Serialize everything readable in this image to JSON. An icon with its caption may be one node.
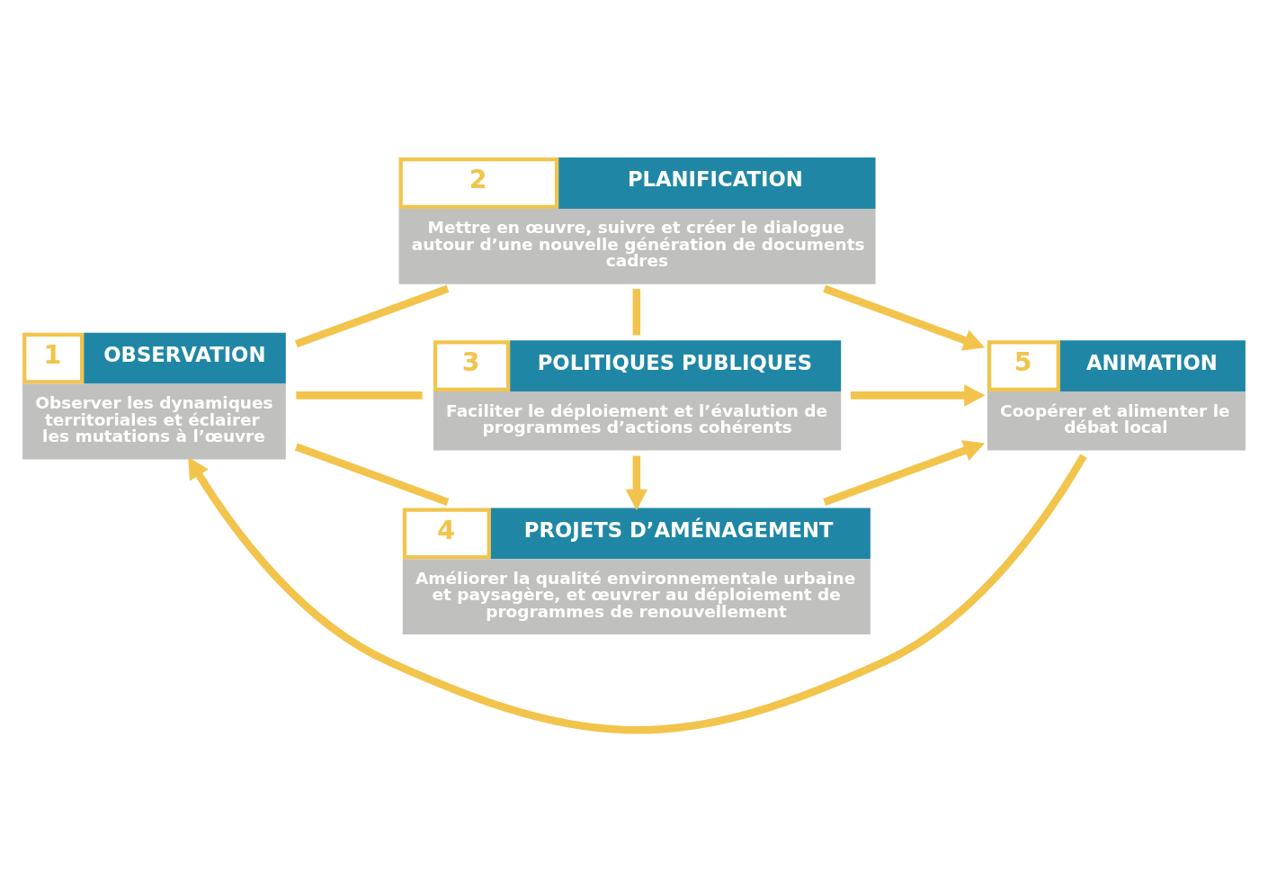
{
  "diagram": {
    "nodes": [
      {
        "text": [
          "1",
          "OBSERVATION",
          "Observer les dynamiques territoriales et éclairer les mutations à l’œuvre"
        ]
      },
      {
        "text": [
          "2",
          "PLANIFICATION",
          "Mettre en œuvre, suivre et créer le dialogue autour d’une nouvelle génération de documents cadres"
        ]
      },
      {
        "text": [
          "3",
          "POLITIQUES PUBLIQUES",
          "Faciliter le déploiement et l’évalution de programmes d’actions cohérents"
        ]
      },
      {
        "text": [
          "4",
          "PROJETS D’AMÉNAGEMENT",
          "Améliorer la qualité environnementale urbaine et paysagère, et œuvrer au déploiement de programmes de renouvellement"
        ]
      },
      {
        "text": [
          "5",
          "ANIMATION",
          "Coopérer et alimenter le débat local"
        ]
      }
    ],
    "edges": [
      {
        "from": 0,
        "to": 1,
        "arrow": "none"
      },
      {
        "from": 0,
        "to": 2,
        "arrow": "none"
      },
      {
        "from": 0,
        "to": 3,
        "arrow": "none"
      },
      {
        "from": 1,
        "to": 4,
        "arrow": "to"
      },
      {
        "from": 2,
        "to": 4,
        "arrow": "to"
      },
      {
        "from": 3,
        "to": 4,
        "arrow": "to"
      },
      {
        "from": 1,
        "to": 2,
        "arrow": "none"
      },
      {
        "from": 2,
        "to": 3,
        "arrow": "to"
      },
      {
        "from": 4,
        "to": 0,
        "arrow": "to"
      }
    ]
  }
}
